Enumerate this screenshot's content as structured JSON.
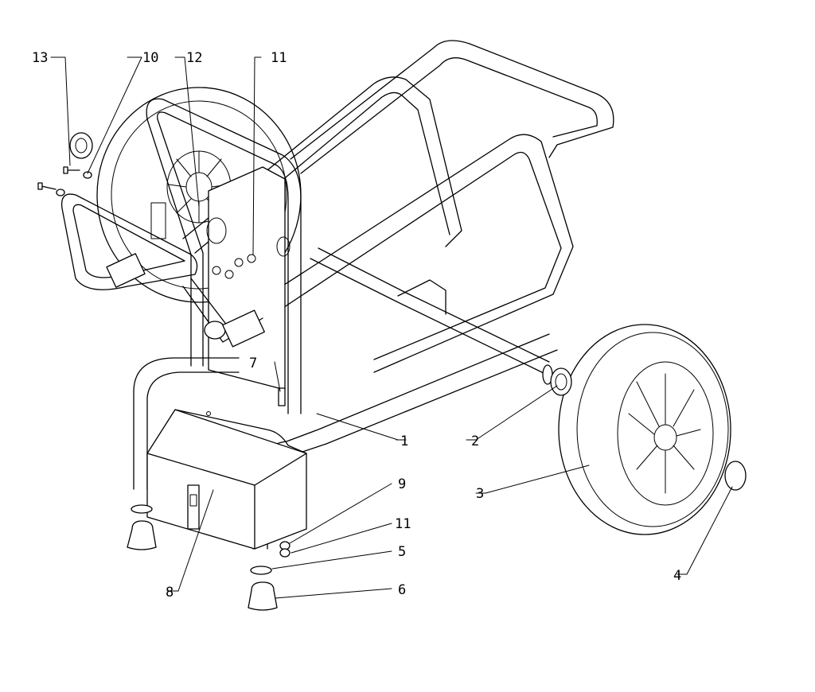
{
  "labels": {
    "p1": "1",
    "p2": "2",
    "p3": "3",
    "p4": "4",
    "p5": "5",
    "p6": "6",
    "p7": "7",
    "p8": "8",
    "p9": "9",
    "p10": "10",
    "p11a": "11",
    "p11b": "11",
    "p12": "12",
    "p13": "13"
  }
}
